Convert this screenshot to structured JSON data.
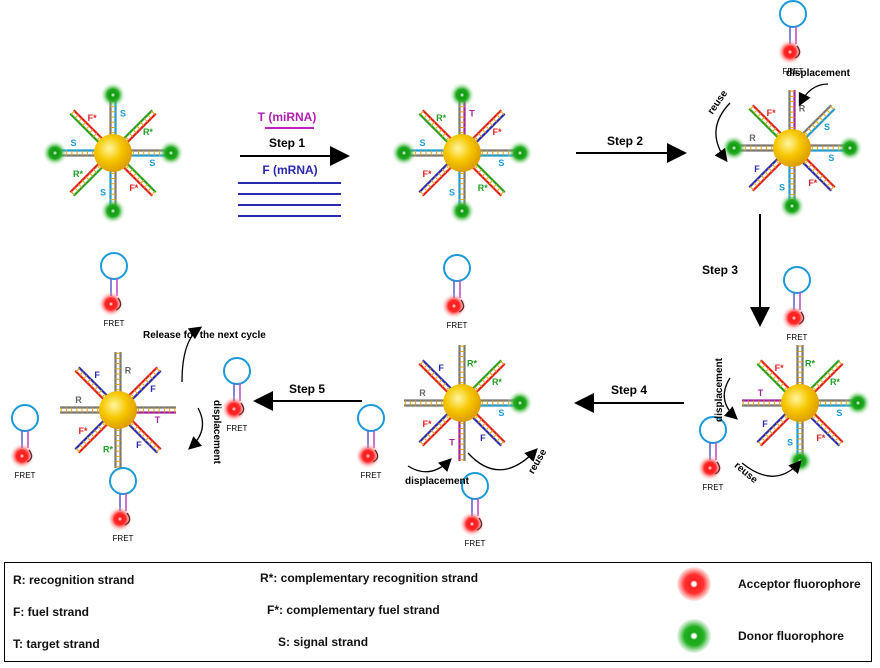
{
  "reagents": {
    "t_label": "T (miRNA)",
    "f_label": "F (mRNA)",
    "t_color": "#c020c0",
    "f_color": "#2a2ab0"
  },
  "steps": {
    "step1": "Step 1",
    "step2": "Step 2",
    "step3": "Step 3",
    "step4": "Step 4",
    "step5": "Step 5"
  },
  "labels": {
    "fret": "FRET",
    "displacement": "displacement",
    "reuse": "reuse",
    "release": "Release for the next cycle"
  },
  "strand_letters": {
    "r": "R",
    "r_star": "R*",
    "f": "F",
    "f_star": "F*",
    "s": "S",
    "t": "T"
  },
  "colors": {
    "gold": "#f6c700",
    "recognition": "#777777",
    "fuel": "#2a2ab0",
    "target": "#a020a0",
    "signal": "#1a9ad8",
    "comp_recognition": "#22a022",
    "comp_fuel": "#e02020",
    "acceptor": "#ff2020",
    "donor": "#1aa51a"
  },
  "legend": {
    "r": "R: recognition strand",
    "f": "F: fuel strand",
    "t": "T: target strand",
    "r_star": "R*: complementary recognition strand",
    "f_star": "F*: complementary fuel strand",
    "s": "S: signal strand",
    "acceptor": "Acceptor fluorophore",
    "donor": "Donor fluorophore"
  }
}
